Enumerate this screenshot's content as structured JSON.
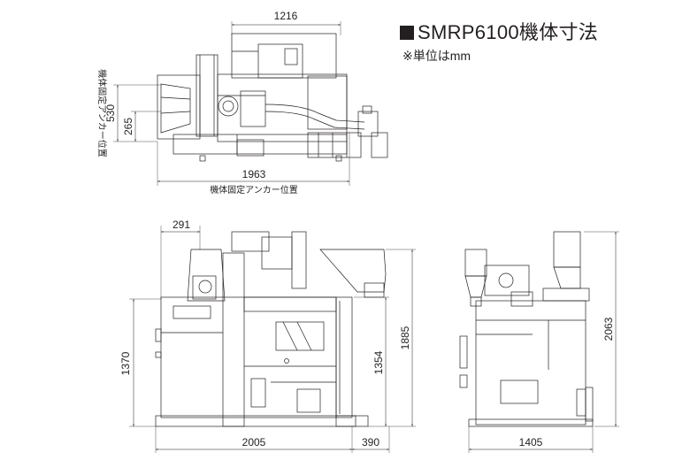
{
  "title": "SMRP6100機体寸法",
  "unit_note": "※単位はmm",
  "plan_view": {
    "width_top": "1216",
    "depth_outer": "530",
    "depth_inner": "265",
    "length_total": "1963",
    "anchor_label_vertical": "機体固定アンカー位置",
    "anchor_label_horizontal": "機体固定アンカー位置"
  },
  "front_view": {
    "offset": "291",
    "height_left": "1370",
    "height_mid": "1354",
    "height_right": "1885",
    "width_main": "2005",
    "width_side": "390"
  },
  "side_view": {
    "height": "2063",
    "width": "1405"
  }
}
